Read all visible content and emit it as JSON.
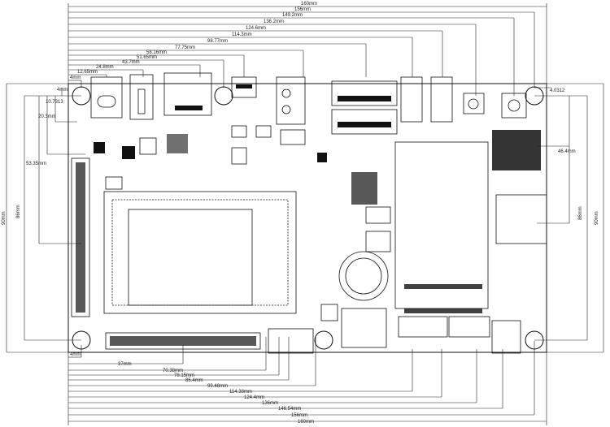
{
  "dimensions": {
    "top": [
      "160mm",
      "156mm",
      "149.2mm",
      "136.2mm",
      "124.6mm",
      "114.3mm",
      "98.77mm",
      "77.75mm",
      "58.16mm",
      "51.65mm",
      "43.7mm",
      "24.8mm",
      "12.65mm",
      "4mm"
    ],
    "bottom": [
      "37mm",
      "70.38mm",
      "78.15mm",
      "85.4mm",
      "99.48mm",
      "114.38mm",
      "124.4mm",
      "136mm",
      "146.54mm",
      "156mm",
      "160mm",
      "4mm"
    ],
    "left": [
      "4mm",
      "10.7313",
      "20.3mm",
      "53.35mm",
      "86mm",
      "90mm"
    ],
    "right": [
      "4.0312",
      "46.4mm",
      "86mm",
      "90mm"
    ]
  },
  "colors": {
    "line": "#222222",
    "component": "#111111",
    "background": "#ffffff"
  }
}
